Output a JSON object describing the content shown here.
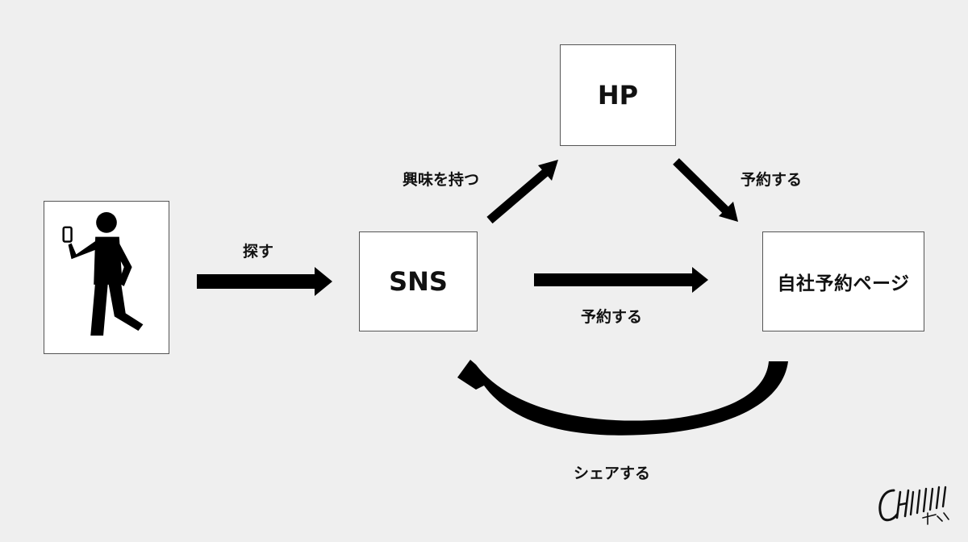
{
  "nodes": {
    "sns": "SNS",
    "hp": "HP",
    "booking_page": "自社予約ページ"
  },
  "edges": {
    "search": "探す",
    "interest": "興味を持つ",
    "book_from_hp": "予約する",
    "book_from_sns": "予約する",
    "share": "シェアする"
  },
  "icons": {
    "person": "person-with-smartphone-icon",
    "logo": "chill-logo"
  },
  "colors": {
    "background": "#efefef",
    "box": "#ffffff",
    "arrow": "#000000"
  }
}
